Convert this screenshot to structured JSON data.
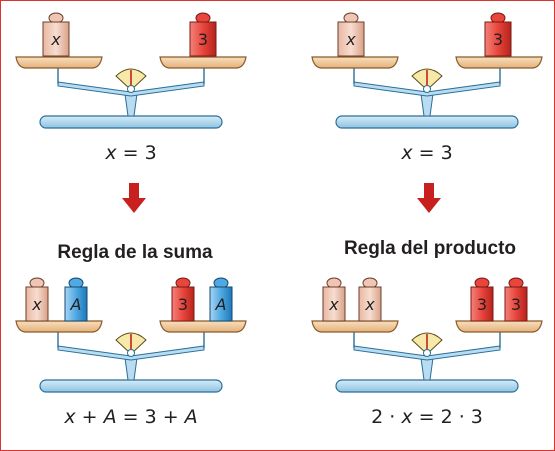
{
  "panels": [
    {
      "equation": {
        "parts": [
          "x",
          " = 3"
        ]
      },
      "left_weights": [
        "x"
      ],
      "right_weights": [
        "3"
      ]
    },
    {
      "equation": {
        "parts": [
          "x",
          " = 3"
        ]
      },
      "left_weights": [
        "x"
      ],
      "right_weights": [
        "3"
      ]
    },
    {
      "rule_title": "Regla de la suma",
      "equation": {
        "parts": [
          "x",
          " + ",
          "A",
          " = 3 + ",
          "A"
        ]
      },
      "left_weights": [
        "x",
        "A"
      ],
      "right_weights": [
        "3",
        "A"
      ]
    },
    {
      "rule_title": "Regla del producto",
      "equation": {
        "parts": [
          "2 · ",
          "x",
          " = 2 · 3"
        ]
      },
      "left_weights": [
        "x",
        "x"
      ],
      "right_weights": [
        "3",
        "3"
      ]
    }
  ],
  "colors": {
    "border": "#d8352c",
    "arrow": "#c8201f",
    "pan": "#f2cfa0",
    "base": "#b9dcf0",
    "beam": "#b9dcf0",
    "weight_x": "#efc6b4",
    "weight_3": "#e8453c",
    "weight_A": "#4fa9e2"
  }
}
